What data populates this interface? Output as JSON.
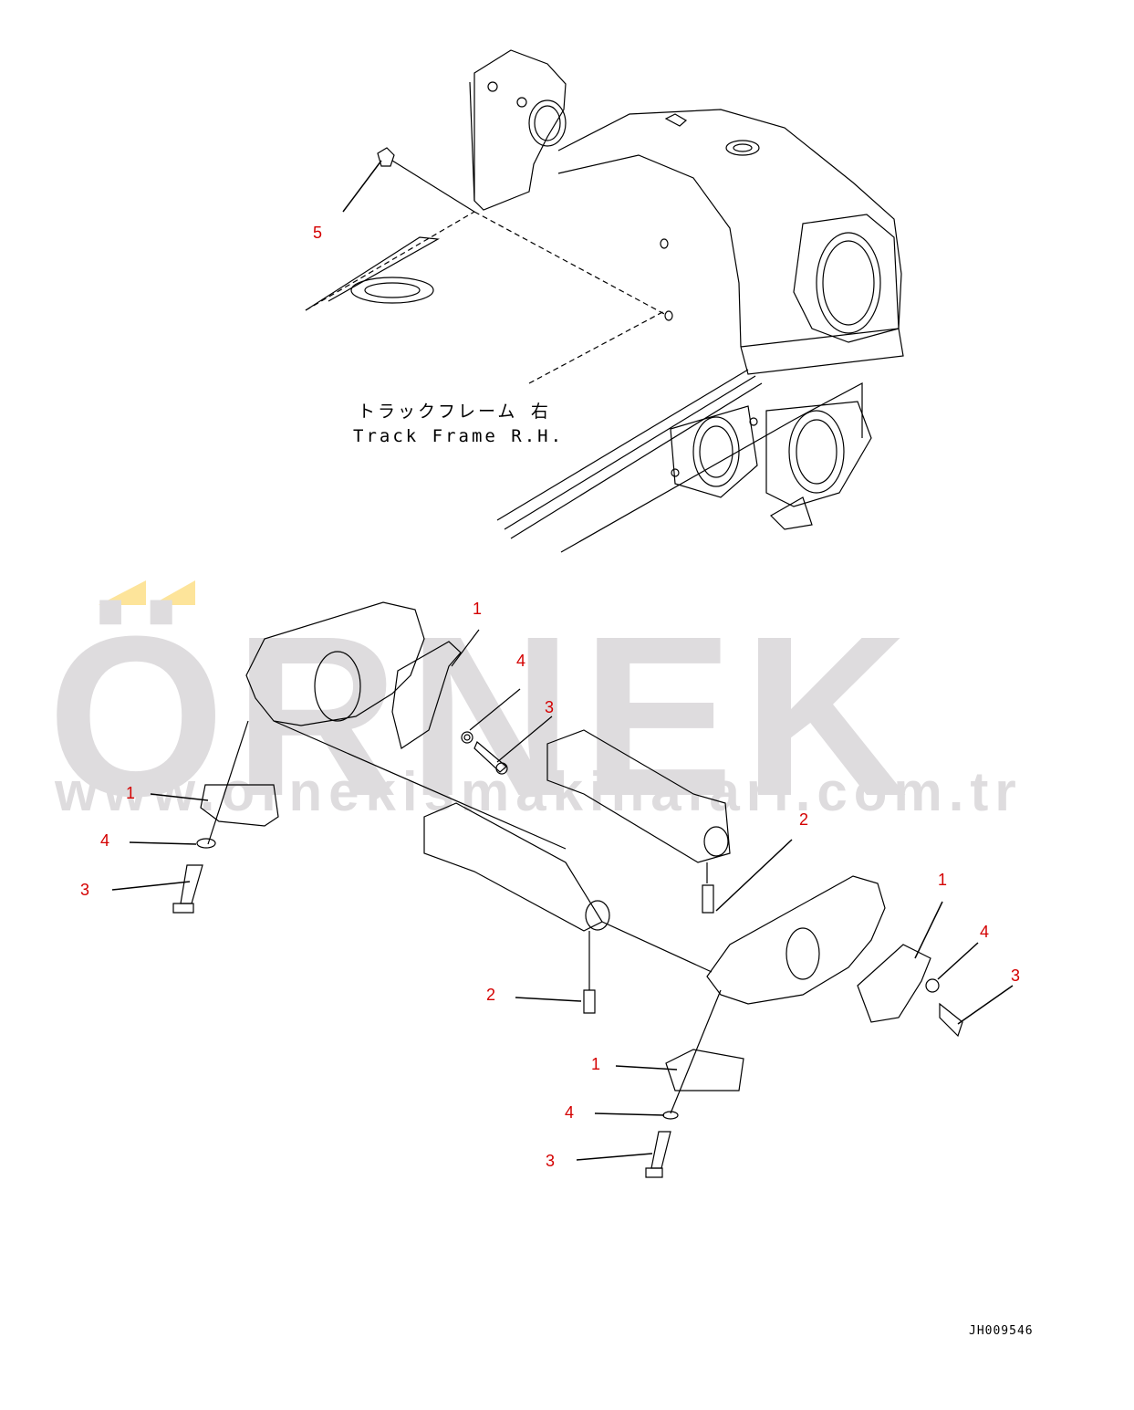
{
  "watermark": {
    "logo_text": "ÖRNEK",
    "url_text": "www.ornekismakinalari.com.tr",
    "logo_color": "#dedcde",
    "accent_color": "#fde49a"
  },
  "frame_label": {
    "japanese": "トラックフレーム 右",
    "english": "Track Frame R.H."
  },
  "drawing_id": "JH009546",
  "callouts": [
    {
      "id": "c5",
      "label": "5"
    },
    {
      "id": "c1a",
      "label": "1"
    },
    {
      "id": "c4a",
      "label": "4"
    },
    {
      "id": "c3a",
      "label": "3"
    },
    {
      "id": "c1b",
      "label": "1"
    },
    {
      "id": "c4b",
      "label": "4"
    },
    {
      "id": "c3b",
      "label": "3"
    },
    {
      "id": "c2a",
      "label": "2"
    },
    {
      "id": "c1c",
      "label": "1"
    },
    {
      "id": "c4c",
      "label": "4"
    },
    {
      "id": "c3c",
      "label": "3"
    },
    {
      "id": "c2b",
      "label": "2"
    },
    {
      "id": "c1d",
      "label": "1"
    },
    {
      "id": "c4d",
      "label": "4"
    },
    {
      "id": "c3d",
      "label": "3"
    }
  ],
  "colors": {
    "callout": "#d40000",
    "line": "#000000",
    "background": "#ffffff"
  }
}
